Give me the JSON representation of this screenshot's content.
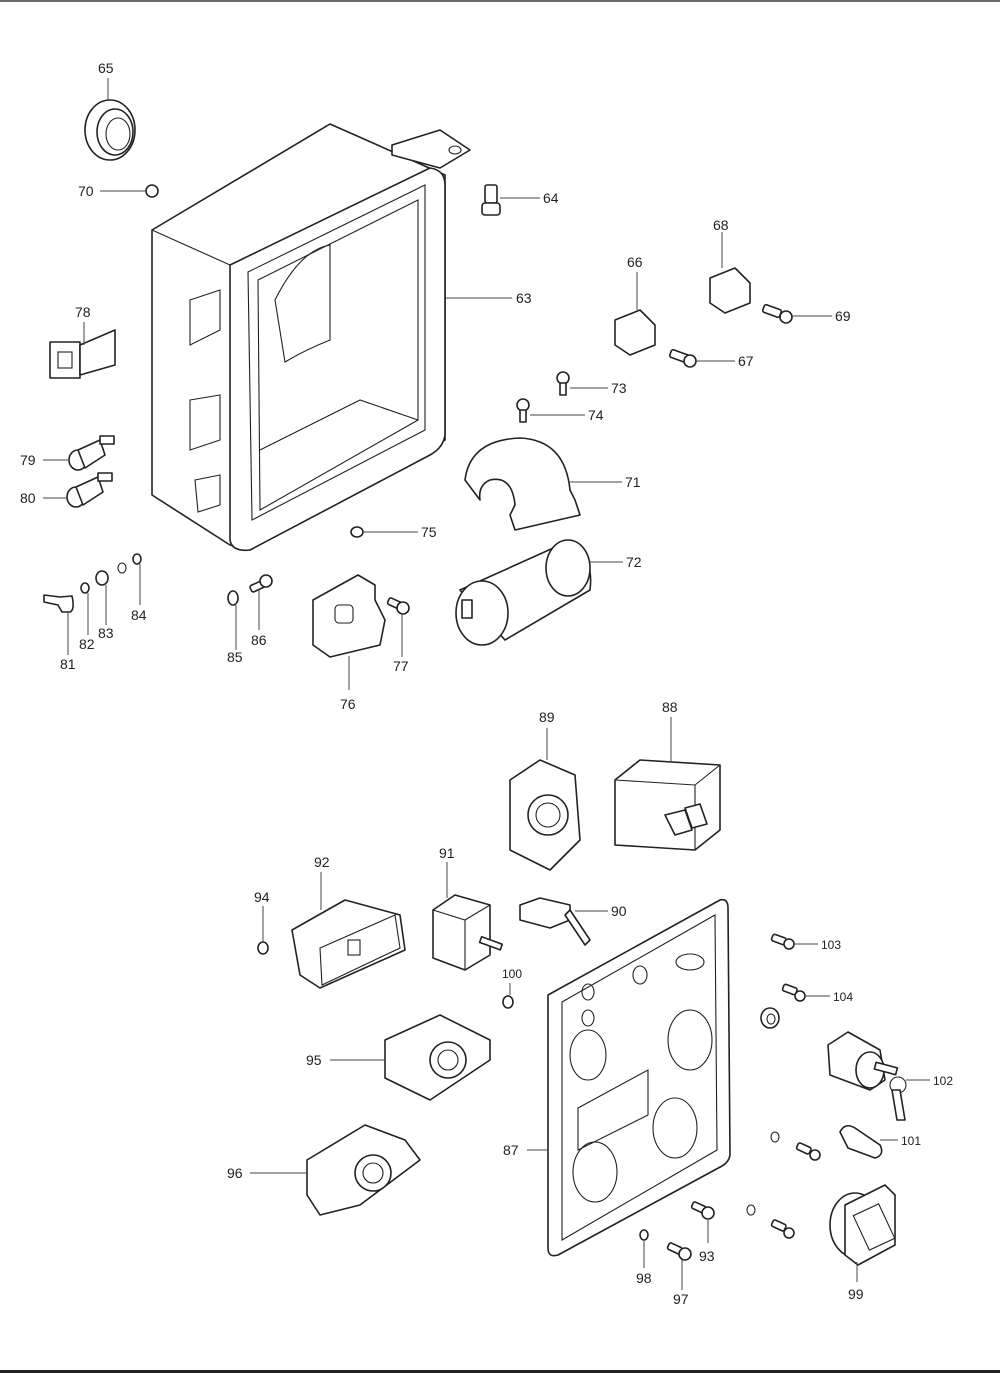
{
  "diagram": {
    "type": "exploded-parts-view",
    "subject": "Control box and control panel components",
    "callouts": [
      {
        "id": "63",
        "label": "63"
      },
      {
        "id": "64",
        "label": "64"
      },
      {
        "id": "65",
        "label": "65"
      },
      {
        "id": "66",
        "label": "66"
      },
      {
        "id": "67",
        "label": "67"
      },
      {
        "id": "68",
        "label": "68"
      },
      {
        "id": "69",
        "label": "69"
      },
      {
        "id": "70",
        "label": "70"
      },
      {
        "id": "71",
        "label": "71"
      },
      {
        "id": "72",
        "label": "72"
      },
      {
        "id": "73",
        "label": "73"
      },
      {
        "id": "74",
        "label": "74"
      },
      {
        "id": "75",
        "label": "75"
      },
      {
        "id": "76",
        "label": "76"
      },
      {
        "id": "77",
        "label": "77"
      },
      {
        "id": "78",
        "label": "78"
      },
      {
        "id": "79",
        "label": "79"
      },
      {
        "id": "80",
        "label": "80"
      },
      {
        "id": "81",
        "label": "81"
      },
      {
        "id": "82",
        "label": "82"
      },
      {
        "id": "83",
        "label": "83"
      },
      {
        "id": "84",
        "label": "84"
      },
      {
        "id": "85",
        "label": "85"
      },
      {
        "id": "86",
        "label": "86"
      },
      {
        "id": "87",
        "label": "87"
      },
      {
        "id": "88",
        "label": "88"
      },
      {
        "id": "89",
        "label": "89"
      },
      {
        "id": "90",
        "label": "90"
      },
      {
        "id": "91",
        "label": "91"
      },
      {
        "id": "92",
        "label": "92"
      },
      {
        "id": "93",
        "label": "93"
      },
      {
        "id": "94",
        "label": "94"
      },
      {
        "id": "95",
        "label": "95"
      },
      {
        "id": "96",
        "label": "96"
      },
      {
        "id": "97",
        "label": "97"
      },
      {
        "id": "98",
        "label": "98"
      },
      {
        "id": "99",
        "label": "99"
      },
      {
        "id": "100",
        "label": "100"
      },
      {
        "id": "101",
        "label": "101"
      },
      {
        "id": "102",
        "label": "102"
      },
      {
        "id": "103",
        "label": "103"
      },
      {
        "id": "104",
        "label": "104"
      }
    ]
  }
}
